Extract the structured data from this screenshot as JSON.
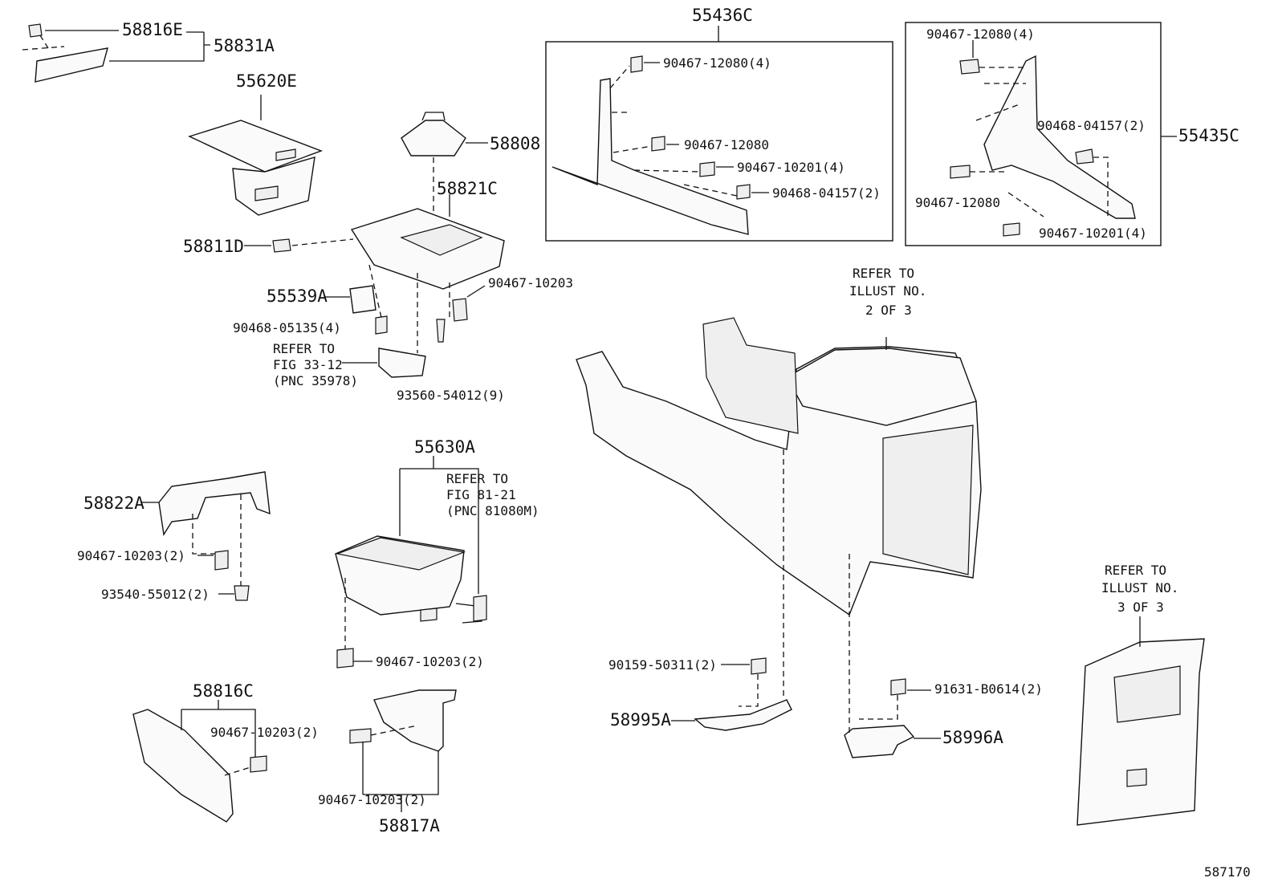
{
  "diagram_id": "587170",
  "callouts": {
    "c_58816E": "58816E",
    "c_58831A": "58831A",
    "c_55620E": "55620E",
    "c_58808": "58808",
    "c_58821C": "58821C",
    "c_58811D": "58811D",
    "c_55539A": "55539A",
    "c_90467_10203_a": "90467-10203",
    "c_90468_05135": "90468-05135(4)",
    "c_refer_fig3312_l1": "REFER TO",
    "c_refer_fig3312_l2": "FIG 33-12",
    "c_refer_fig3312_l3": "(PNC 35978)",
    "c_93560": "93560-54012(9)",
    "c_55436C": "55436C",
    "c_b1_90467_12080_4": "90467-12080(4)",
    "c_b1_90467_12080": "90467-12080",
    "c_b1_90467_10201_4": "90467-10201(4)",
    "c_b1_90468_04157_2": "90468-04157(2)",
    "c_b2_90467_12080_4": "90467-12080(4)",
    "c_b2_90468_04157_2": "90468-04157(2)",
    "c_55435C": "55435C",
    "c_b2_90467_12080": "90467-12080",
    "c_b2_90467_10201_4": "90467-10201(4)",
    "c_refer_illust2_l1": "REFER TO",
    "c_refer_illust2_l2": "ILLUST NO.",
    "c_refer_illust2_l3": "2 OF 3",
    "c_55630A": "55630A",
    "c_refer_fig8121_l1": "REFER TO",
    "c_refer_fig8121_l2": "FIG 81-21",
    "c_refer_fig8121_l3": "(PNC 81080M)",
    "c_58822A": "58822A",
    "c_90467_10203_2_a": "90467-10203(2)",
    "c_93540": "93540-55012(2)",
    "c_90467_10203_2_b": "90467-10203(2)",
    "c_58816C": "58816C",
    "c_90467_10203_2_c": "90467-10203(2)",
    "c_90467_10203_2_d": "90467-10203(2)",
    "c_58817A": "58817A",
    "c_90159": "90159-50311(2)",
    "c_58995A": "58995A",
    "c_91631": "91631-B0614(2)",
    "c_58996A": "58996A",
    "c_refer_illust3_l1": "REFER TO",
    "c_refer_illust3_l2": "ILLUST NO.",
    "c_refer_illust3_l3": "3 OF 3"
  }
}
